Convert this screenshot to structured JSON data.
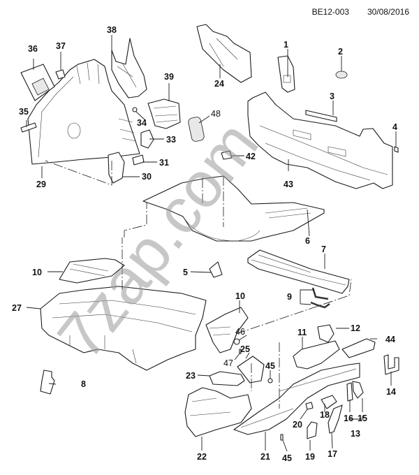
{
  "header": {
    "diagram_code": "BE12-003",
    "date": "30/08/2016"
  },
  "watermark": "7zap.com",
  "diagram_type": "exploded parts view — body floor panels",
  "callouts": [
    {
      "id": "1",
      "label": "1",
      "weight": "bold"
    },
    {
      "id": "2",
      "label": "2",
      "weight": "bold"
    },
    {
      "id": "3",
      "label": "3",
      "weight": "bold"
    },
    {
      "id": "4",
      "label": "4",
      "weight": "bold"
    },
    {
      "id": "5",
      "label": "5",
      "weight": "bold"
    },
    {
      "id": "6",
      "label": "6",
      "weight": "bold"
    },
    {
      "id": "7",
      "label": "7",
      "weight": "bold"
    },
    {
      "id": "8",
      "label": "8",
      "weight": "bold"
    },
    {
      "id": "9",
      "label": "9",
      "weight": "bold"
    },
    {
      "id": "10a",
      "label": "10",
      "weight": "bold"
    },
    {
      "id": "10b",
      "label": "10",
      "weight": "bold"
    },
    {
      "id": "11",
      "label": "11",
      "weight": "bold"
    },
    {
      "id": "12",
      "label": "12",
      "weight": "bold"
    },
    {
      "id": "13",
      "label": "13",
      "weight": "bold"
    },
    {
      "id": "14",
      "label": "14",
      "weight": "bold"
    },
    {
      "id": "15",
      "label": "15",
      "weight": "bold"
    },
    {
      "id": "16",
      "label": "16",
      "weight": "bold"
    },
    {
      "id": "17",
      "label": "17",
      "weight": "bold"
    },
    {
      "id": "18",
      "label": "18",
      "weight": "bold"
    },
    {
      "id": "19",
      "label": "19",
      "weight": "bold"
    },
    {
      "id": "20",
      "label": "20",
      "weight": "bold"
    },
    {
      "id": "21",
      "label": "21",
      "weight": "bold"
    },
    {
      "id": "22",
      "label": "22",
      "weight": "bold"
    },
    {
      "id": "23",
      "label": "23",
      "weight": "bold"
    },
    {
      "id": "24",
      "label": "24",
      "weight": "bold"
    },
    {
      "id": "25",
      "label": "25",
      "weight": "bold"
    },
    {
      "id": "27",
      "label": "27",
      "weight": "bold"
    },
    {
      "id": "29",
      "label": "29",
      "weight": "bold"
    },
    {
      "id": "30",
      "label": "30",
      "weight": "bold"
    },
    {
      "id": "31",
      "label": "31",
      "weight": "bold"
    },
    {
      "id": "33",
      "label": "33",
      "weight": "bold"
    },
    {
      "id": "34",
      "label": "34",
      "weight": "bold"
    },
    {
      "id": "35",
      "label": "35",
      "weight": "bold"
    },
    {
      "id": "36",
      "label": "36",
      "weight": "bold"
    },
    {
      "id": "37",
      "label": "37",
      "weight": "bold"
    },
    {
      "id": "38",
      "label": "38",
      "weight": "bold"
    },
    {
      "id": "39",
      "label": "39",
      "weight": "bold"
    },
    {
      "id": "42",
      "label": "42",
      "weight": "bold"
    },
    {
      "id": "43",
      "label": "43",
      "weight": "bold"
    },
    {
      "id": "44",
      "label": "44",
      "weight": "bold"
    },
    {
      "id": "45a",
      "label": "45",
      "weight": "bold"
    },
    {
      "id": "45b",
      "label": "45",
      "weight": "bold"
    },
    {
      "id": "46",
      "label": "46",
      "weight": "normal"
    },
    {
      "id": "47",
      "label": "47",
      "weight": "normal"
    },
    {
      "id": "48",
      "label": "48",
      "weight": "normal"
    }
  ]
}
